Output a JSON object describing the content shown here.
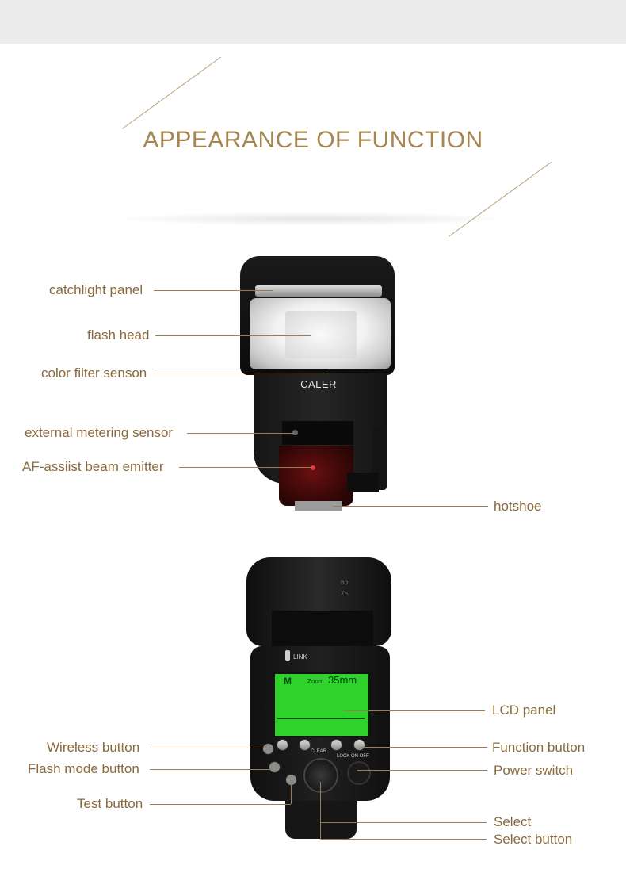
{
  "title": "APPEARANCE OF FUNCTION",
  "front_view": {
    "brand": "CALER",
    "labels": {
      "catchlight_panel": "catchlight panel",
      "flash_head": "flash head",
      "color_filter_sensor": "color filter senson",
      "external_metering_sensor": "external metering sensor",
      "af_assist_beam_emitter": "AF-assiist beam emitter",
      "hotshoe": "hotshoe"
    }
  },
  "back_view": {
    "link_text": "LINK",
    "lcd": {
      "mode": "M",
      "zoom_label": "Zoom",
      "zoom_value": "35mm"
    },
    "scale_marks": [
      "60",
      "75"
    ],
    "clear_text": "CLEAR",
    "switch_text": "LOCK ON OFF",
    "labels": {
      "lcd_panel": "LCD panel",
      "wireless_button": "Wireless button",
      "function_button": "Function button",
      "flash_mode_button": "Flash mode button",
      "power_switch": "Power switch",
      "test_button": "Test button",
      "select": "Select",
      "select_button": "Select button"
    }
  },
  "colors": {
    "title": "#a58550",
    "label_text": "#8a6a3c",
    "leader_line": "#9a7d55",
    "lcd_green": "#2fd22a"
  }
}
